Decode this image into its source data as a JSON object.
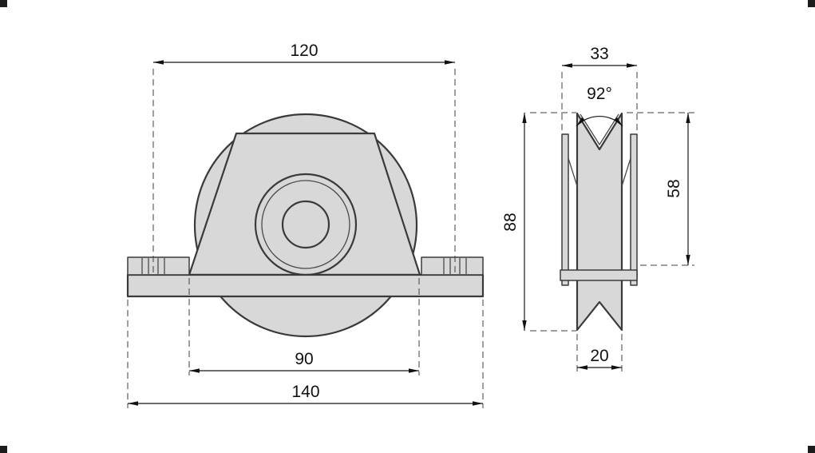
{
  "drawing": {
    "type": "technical-dimension-drawing",
    "subject": "sliding-gate-wheel-with-internal-support-bracket",
    "colors": {
      "part_fill": "#d8d8d8",
      "outline": "#3a3a3a",
      "dimension": "#111111",
      "background": "#ffffff"
    },
    "front_view": {
      "dim_mounting_holes": "120",
      "dim_bracket_base": "90",
      "dim_plate_length": "140"
    },
    "side_view": {
      "dim_bracket_width": "33",
      "dim_groove_angle": "92°",
      "dim_wheel_height": "88",
      "dim_side_height": "58",
      "dim_wheel_thickness": "20"
    }
  }
}
